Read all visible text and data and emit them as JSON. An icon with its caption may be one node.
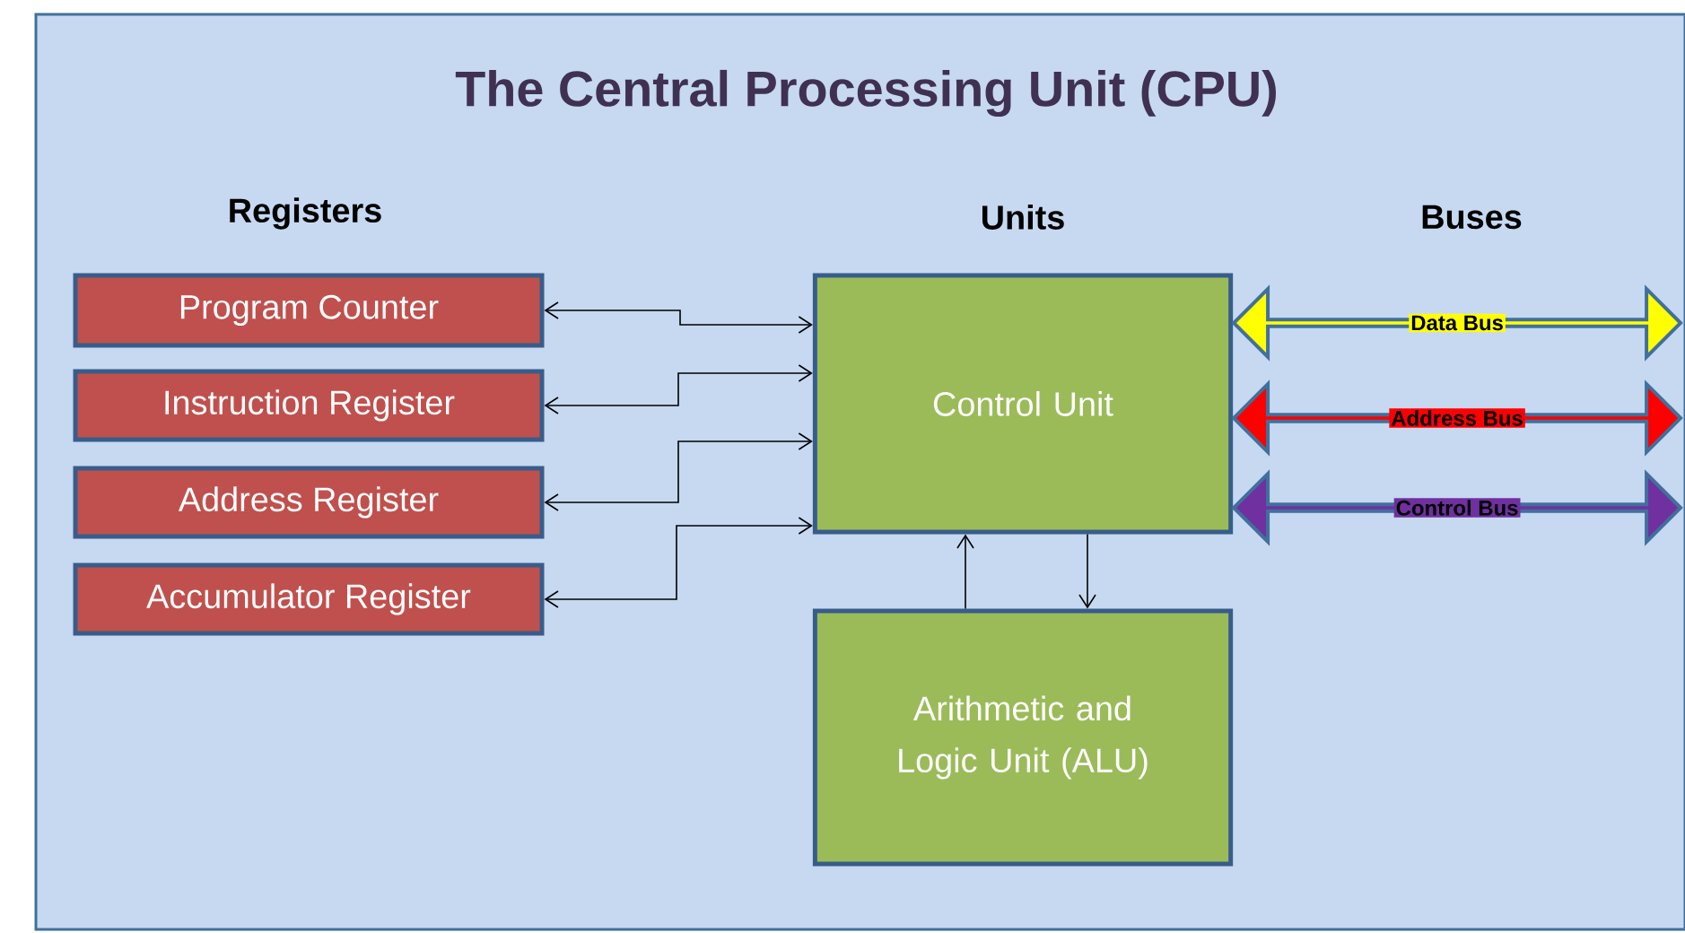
{
  "diagram": {
    "title": "The Central Processing Unit (CPU)",
    "nodes": [
      {
        "text": [
          "Program Counter"
        ]
      },
      {
        "text": [
          "Instruction Register"
        ]
      },
      {
        "text": [
          "Address Register"
        ]
      },
      {
        "text": [
          "Accumulator Register"
        ]
      },
      {
        "text": [
          "Control Unit"
        ]
      },
      {
        "text": [
          "Arithmetic and Logic Unit (ALU)"
        ]
      }
    ],
    "edges": [
      {
        "from": 0,
        "to": 4,
        "arrow": "both"
      },
      {
        "from": 1,
        "to": 4,
        "arrow": "both"
      },
      {
        "from": 2,
        "to": 4,
        "arrow": "both"
      },
      {
        "from": 3,
        "to": 4,
        "arrow": "both"
      },
      {
        "from": 5,
        "to": 4,
        "arrow": "to"
      },
      {
        "from": 4,
        "to": 5,
        "arrow": "to"
      },
      {
        "from": 4,
        "to": null,
        "arrow": "both",
        "label": "Data Bus",
        "style": "thick",
        "color": "#ffff00"
      },
      {
        "from": 4,
        "to": null,
        "arrow": "both",
        "label": "Address Bus",
        "style": "thick",
        "color": "#ff0000"
      },
      {
        "from": 4,
        "to": null,
        "arrow": "both",
        "label": "Control Bus",
        "style": "thick",
        "color": "#7030a0"
      }
    ],
    "labels": [
      "Registers",
      "Units",
      "Buses"
    ]
  }
}
